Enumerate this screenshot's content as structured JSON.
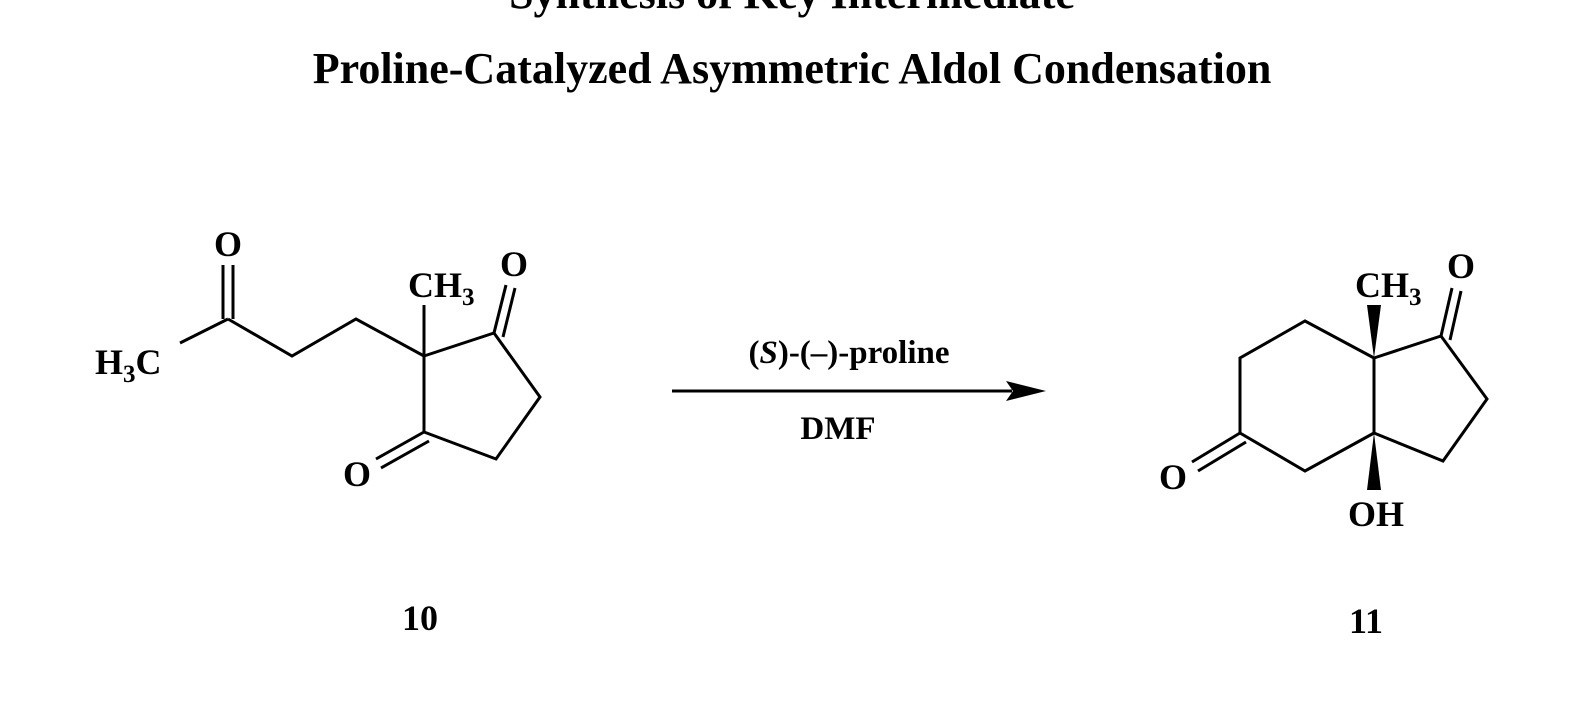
{
  "title_top_cut": "Synthesis of Key Intermediate",
  "title": "Proline-Catalyzed Asymmetric Aldol Condensation",
  "reactant": {
    "number": "10",
    "atoms": {
      "ketone_o": "O",
      "methyl_h": "H",
      "methyl_sub": "3",
      "methyl_c": "C",
      "ch3_c": "CH",
      "ch3_sub": "3",
      "ring_o_top": "O",
      "ring_o_bottom": "O"
    }
  },
  "conditions": {
    "reagent_open": "(",
    "reagent_italic": "S",
    "reagent_rest": ")-(–)-proline",
    "solvent": "DMF"
  },
  "product": {
    "number": "11",
    "atoms": {
      "ch3_c": "CH",
      "ch3_sub": "3",
      "ring_o_top": "O",
      "ring_o_left": "O",
      "oh": "OH"
    }
  }
}
